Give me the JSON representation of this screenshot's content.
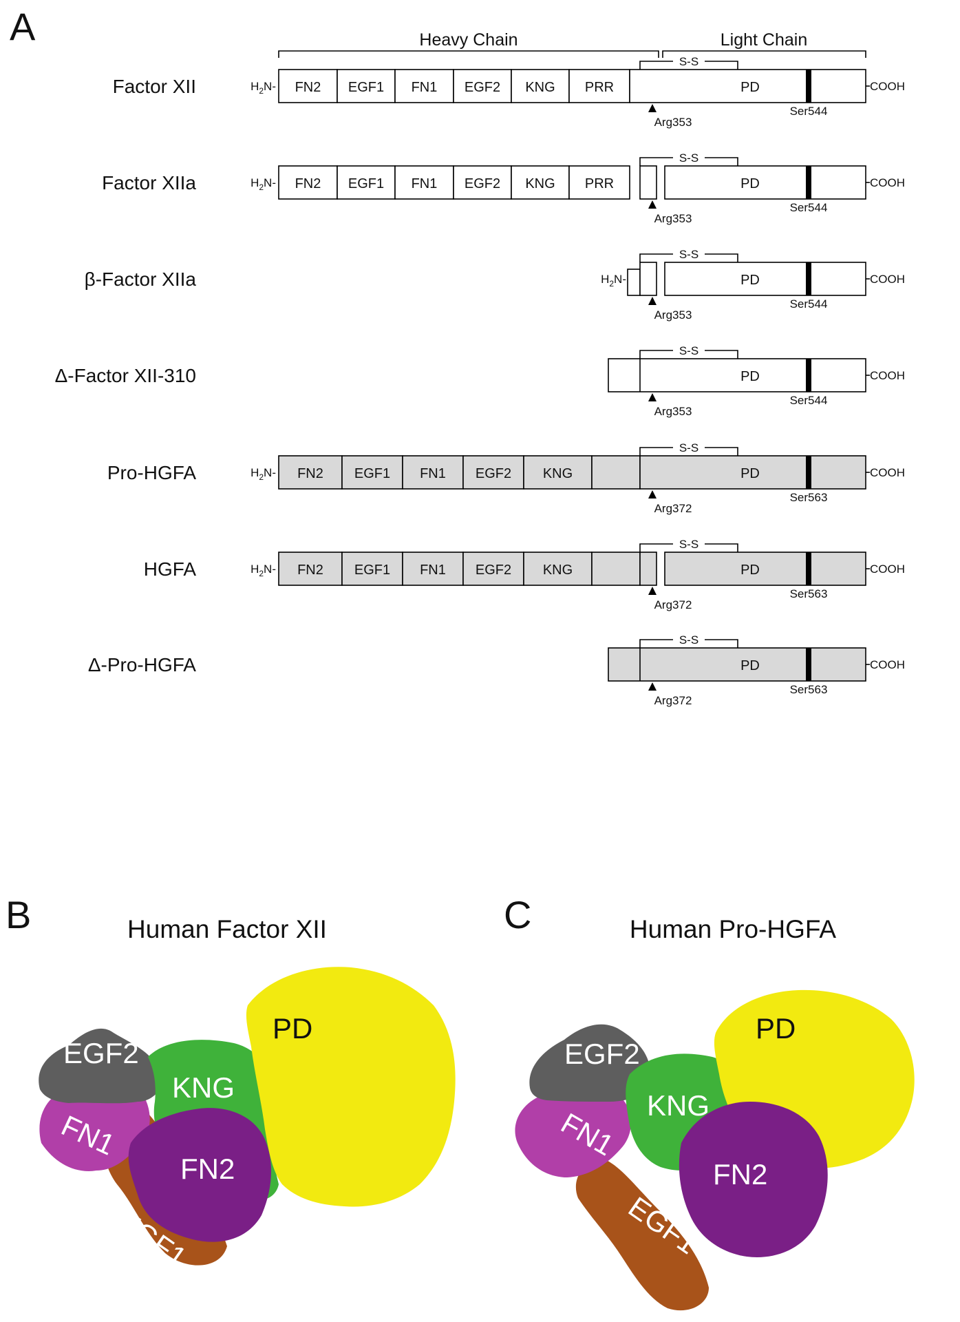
{
  "panels": {
    "a": "A",
    "b": "B",
    "c": "C"
  },
  "chains": {
    "heavy": "Heavy Chain",
    "light": "Light Chain"
  },
  "constructs": [
    {
      "label": "Factor XII",
      "nterm": "H2N-",
      "cterm": "COOH",
      "domains": [
        "FN2",
        "EGF1",
        "FN1",
        "EGF2",
        "KNG",
        "PRR"
      ],
      "pd": "PD",
      "ss": "S-S",
      "cleavage": "Arg353",
      "active_site": "Ser544"
    },
    {
      "label": "Factor XIIa",
      "nterm": "H2N-",
      "cterm": "COOH",
      "domains": [
        "FN2",
        "EGF1",
        "FN1",
        "EGF2",
        "KNG",
        "PRR"
      ],
      "pd": "PD",
      "ss": "S-S",
      "cleavage": "Arg353",
      "active_site": "Ser544"
    },
    {
      "label": "β-Factor XIIa",
      "nterm": "H2N-",
      "cterm": "COOH",
      "pd": "PD",
      "ss": "S-S",
      "cleavage": "Arg353",
      "active_site": "Ser544"
    },
    {
      "label": "Δ-Factor XII-310",
      "cterm": "COOH",
      "pd": "PD",
      "ss": "S-S",
      "cleavage": "Arg353",
      "active_site": "Ser544"
    },
    {
      "label": "Pro-HGFA",
      "nterm": "H2N-",
      "cterm": "COOH",
      "domains": [
        "FN2",
        "EGF1",
        "FN1",
        "EGF2",
        "KNG"
      ],
      "pd": "PD",
      "ss": "S-S",
      "cleavage": "Arg372",
      "active_site": "Ser563"
    },
    {
      "label": "HGFA",
      "nterm": "H2N-",
      "cterm": "COOH",
      "domains": [
        "FN2",
        "EGF1",
        "FN1",
        "EGF2",
        "KNG"
      ],
      "pd": "PD",
      "ss": "S-S",
      "cleavage": "Arg372",
      "active_site": "Ser563"
    },
    {
      "label": "Δ-Pro-HGFA",
      "cterm": "COOH",
      "pd": "PD",
      "ss": "S-S",
      "cleavage": "Arg372",
      "active_site": "Ser563"
    }
  ],
  "structures": [
    {
      "title": "Human Factor XII",
      "labels": {
        "egf2": "EGF2",
        "kng": "KNG",
        "pd": "PD",
        "fn1": "FN1",
        "fn2": "FN2",
        "egf1": "EGF1"
      }
    },
    {
      "title": "Human Pro-HGFA",
      "labels": {
        "egf2": "EGF2",
        "kng": "KNG",
        "pd": "PD",
        "fn1": "FN1",
        "fn2": "FN2",
        "egf1": "EGF1"
      }
    }
  ],
  "colors": {
    "fn2": "#7a1f86",
    "egf1": "#a8531a",
    "fn1": "#b13fa8",
    "egf2": "#5e5e5e",
    "kng": "#3fb23a",
    "pd": "#f2ea10",
    "hgfa_fill": "#d9d9d9",
    "fxii_fill": "#ffffff"
  }
}
